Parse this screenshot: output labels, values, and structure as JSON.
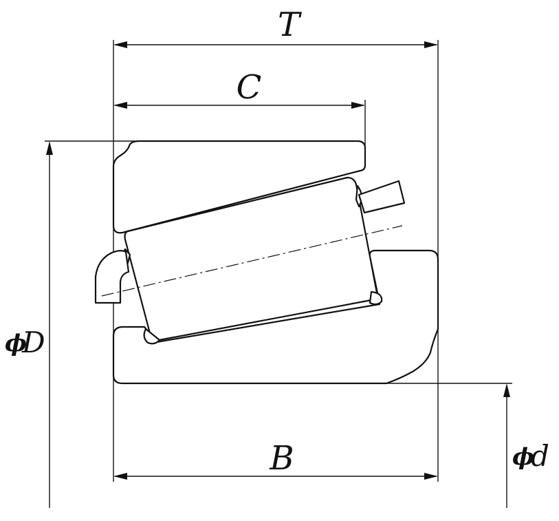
{
  "labels": {
    "T": "T",
    "C": "C",
    "B": "B",
    "D_symbol": "ϕ",
    "D_letter": "D",
    "d_symbol": "ϕ",
    "d_letter": "d"
  },
  "colors": {
    "line": "#111111",
    "background": "#ffffff"
  }
}
